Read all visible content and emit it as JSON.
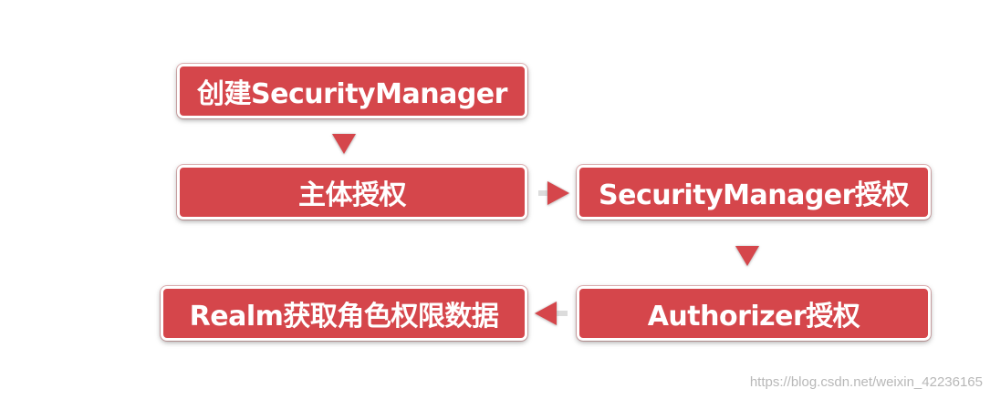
{
  "diagram": {
    "nodes": [
      {
        "id": "create",
        "label": "创建SecurityManager"
      },
      {
        "id": "subject",
        "label": "主体授权"
      },
      {
        "id": "security_manager",
        "label": "SecurityManager授权"
      },
      {
        "id": "authorizer",
        "label": "Authorizer授权"
      },
      {
        "id": "realm",
        "label": "Realm获取角色权限数据"
      }
    ],
    "edges": [
      {
        "from": "create",
        "to": "subject"
      },
      {
        "from": "subject",
        "to": "security_manager"
      },
      {
        "from": "security_manager",
        "to": "authorizer"
      },
      {
        "from": "authorizer",
        "to": "realm"
      }
    ],
    "colors": {
      "box_fill": "#d5464b",
      "box_text": "#ffffff"
    }
  },
  "watermark": "https://blog.csdn.net/weixin_42236165"
}
